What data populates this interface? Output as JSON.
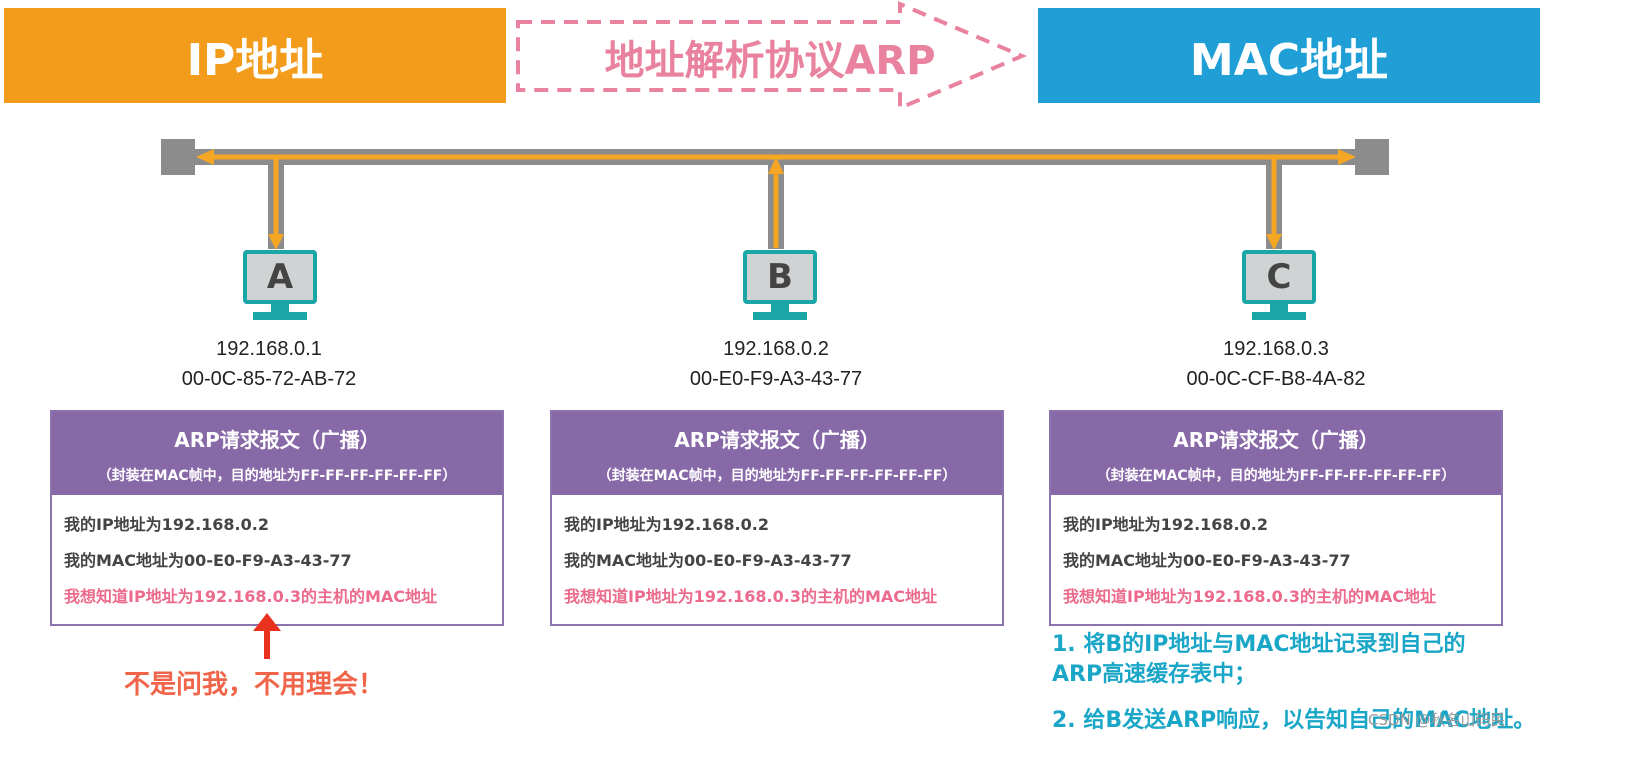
{
  "banners": {
    "ip": "IP地址",
    "arp": "地址解析协议ARP",
    "mac": "MAC地址"
  },
  "colors": {
    "ip_banner": "#f39b1b",
    "mac_banner": "#1f9fd6",
    "arp_arrow": "#e9829e",
    "bus_line": "#8c8c8c",
    "signal": "#f5a623",
    "monitor_frame": "#1aa6a6",
    "box_header": "#8869a8",
    "pink_text": "#ec6a8c",
    "red_note": "#f0654a",
    "teal_note": "#1aa6c7"
  },
  "hosts": [
    {
      "label": "A",
      "ip": "192.168.0.1",
      "mac": "00-0C-85-72-AB-72"
    },
    {
      "label": "B",
      "ip": "192.168.0.2",
      "mac": "00-E0-F9-A3-43-77"
    },
    {
      "label": "C",
      "ip": "192.168.0.3",
      "mac": "00-0C-CF-B8-4A-82"
    }
  ],
  "arp_packet": {
    "title": "ARP请求报文（广播）",
    "subtitle": "（封装在MAC帧中，目的地址为FF-FF-FF-FF-FF-FF）",
    "line1": "我的IP地址为192.168.0.2",
    "line2": "我的MAC地址为00-E0-F9-A3-43-77",
    "line3": "我想知道IP地址为192.168.0.3的主机的MAC地址"
  },
  "annotation_a": "不是问我，不用理会！",
  "notes_c": {
    "line1": "1. 将B的IP地址与MAC地址记录到自己的",
    "line2": "ARP高速缓存表中；",
    "line3": "2. 给B发送ARP响应，以告知自己的MAC地址。"
  },
  "watermark": "CSDN @秋名山码民"
}
